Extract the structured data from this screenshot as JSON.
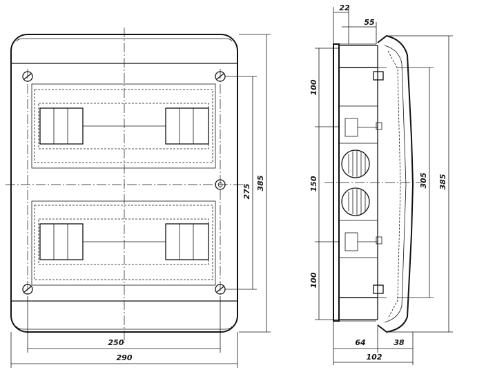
{
  "dimensions": {
    "front_inner_width": "250",
    "front_outer_width": "290",
    "front_mount_height": "275",
    "front_outer_height": "385",
    "side_depth_top_a": "22",
    "side_depth_top_b": "55",
    "side_section_top": "100",
    "side_section_mid": "150",
    "side_section_bot": "100",
    "side_door_height": "305",
    "side_outer_height": "385",
    "side_depth_body": "64",
    "side_depth_door": "38",
    "side_depth_total": "102"
  }
}
